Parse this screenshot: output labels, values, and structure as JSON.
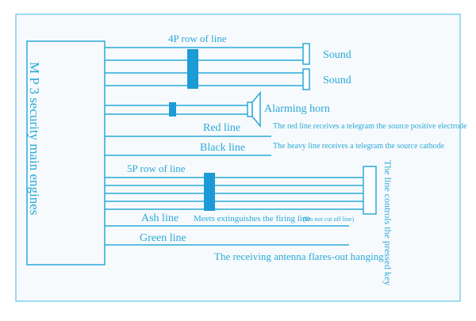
{
  "colors": {
    "line": "#2aa9d9",
    "accent": "#1c9bd6",
    "sheet": "#f7fafc",
    "border": "#7fcff0",
    "background": "#ffffff"
  },
  "module_label": "M P 3 security main engines",
  "groups": {
    "four_pin": "4P row of line",
    "five_pin": "5P row of line"
  },
  "outputs": {
    "sound_1": "Sound",
    "sound_2": "Sound",
    "horn": "Alarming horn"
  },
  "wires": {
    "red": {
      "label": "Red line",
      "note": "The red line receives a telegram the source positive electrode"
    },
    "black": {
      "label": "Black line",
      "note": "The heavy line receives a telegram the source cathode"
    },
    "ash": {
      "label": "Ash line",
      "note": "Meets extinguishes the firing line",
      "sub_note": "(Do not cut off line)"
    },
    "green": {
      "label": "Green line"
    },
    "antenna_note": "The receiving antenna flares-out hanging"
  },
  "key_note": "The line controls the pressed key"
}
